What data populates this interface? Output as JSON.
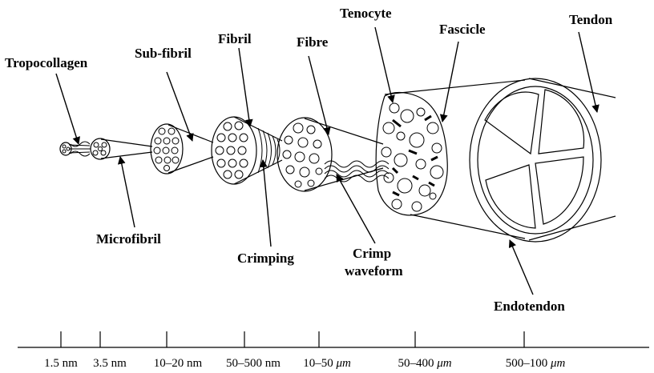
{
  "labels": {
    "tropocollagen": "Tropocollagen",
    "sub_fibril": "Sub-fibril",
    "fibril": "Fibril",
    "fibre": "Fibre",
    "tenocyte": "Tenocyte",
    "fascicle": "Fascicle",
    "tendon": "Tendon",
    "microfibril": "Microfibril",
    "crimping": "Crimping",
    "crimp_line1": "Crimp",
    "crimp_line2": "waveform",
    "endotendon": "Endotendon"
  },
  "scale": {
    "t1_a": "1.5 nm",
    "t2_a": "3.5 nm",
    "t3_a": "10–20 nm",
    "t4_a": "50–500 nm",
    "t5_a": "10–50 ",
    "t5_u": "μm",
    "t6_a": "50–400 ",
    "t6_u": "μm",
    "t7_a": "500–100 ",
    "t7_u": "μm"
  },
  "colors": {
    "ink": "#000000",
    "background": "#ffffff"
  }
}
